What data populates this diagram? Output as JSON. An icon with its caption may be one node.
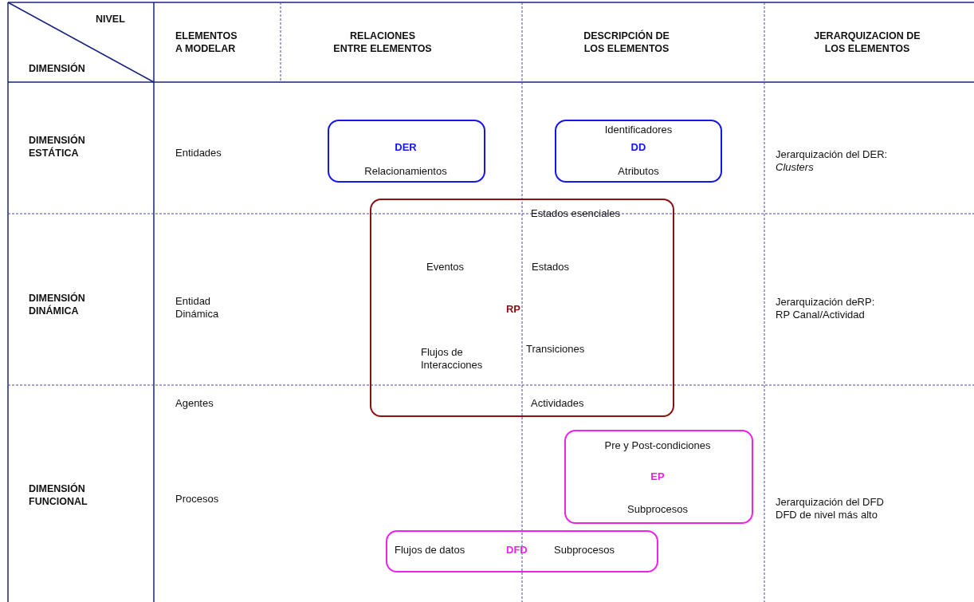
{
  "diagram": {
    "nodes": [
      {
        "text": [
          "DER",
          "Relacionamientos"
        ]
      },
      {
        "text": [
          "Identificadores",
          "DD",
          "Atributos"
        ]
      },
      {
        "text": [
          "Estados esenciales",
          "Eventos",
          "Estados",
          "RP",
          "Flujos de Interacciones",
          "Transiciones",
          "Actividades"
        ]
      },
      {
        "text": [
          "Pre y Post-condiciones",
          "EP",
          "Subprocesos"
        ]
      },
      {
        "text": [
          "Flujos de datos",
          "DFD",
          "Subprocesos"
        ]
      }
    ],
    "labels": [
      "NIVEL",
      "DIMENSIÓN",
      "ELEMENTOS A MODELAR",
      "RELACIONES ENTRE ELEMENTOS",
      "DESCRIPCIÓN DE LOS ELEMENTOS",
      "JERARQUIZACION DE LOS ELEMENTOS",
      "DIMENSIÓN ESTÁTICA",
      "Entidades",
      "Jerarquización del DER: *Clusters*",
      "DIMENSIÓN DINÁMICA",
      "Entidad Dinámica",
      "Jerarquización deRP: RP Canal/Actividad",
      "Agentes",
      "DIMENSIÓN FUNCIONAL",
      "Procesos",
      "Jerarquización del DFD DFD de nivel más alto"
    ]
  }
}
